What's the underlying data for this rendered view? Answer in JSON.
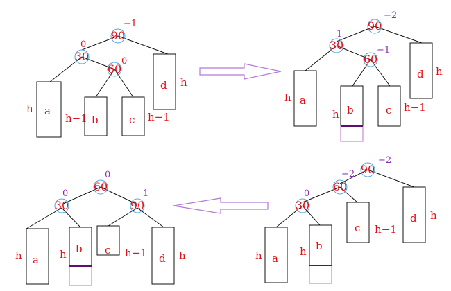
{
  "colors": {
    "label": "#e0101a",
    "node_circle": "#4aa3df",
    "bf_red": "#e0101a",
    "bf_purple": "#8a2ab5",
    "arrow": "#b27ad6",
    "added_box": "#c070d0",
    "added_line": "#5a1070"
  },
  "d1": {
    "n90": "90",
    "n30": "30",
    "n60": "60",
    "bf90": "−1",
    "bf30": "0",
    "bf60": "0",
    "a": "a",
    "b": "b",
    "c": "c",
    "d": "d",
    "ha": "h",
    "hb": "h−1",
    "hc": "h−1",
    "hd": "h"
  },
  "d2": {
    "n90": "90",
    "n30": "30",
    "n60": "60",
    "bf90": "−2",
    "bf30": "1",
    "bf60": "−1",
    "a": "a",
    "b": "b",
    "c": "c",
    "d": "d",
    "ha": "h",
    "hb": "h",
    "hc": "h−1",
    "hd": "h"
  },
  "d3": {
    "n90": "90",
    "n60": "60",
    "n30": "30",
    "bf90": "−2",
    "bf60": "−2",
    "bf30": "0",
    "a": "a",
    "b": "b",
    "c": "c",
    "d": "d",
    "ha": "h",
    "hb": "h",
    "hc": "h−1",
    "hd": "h"
  },
  "d4": {
    "n60": "60",
    "n30": "30",
    "n90": "90",
    "bf60": "0",
    "bf30": "0",
    "bf90": "1",
    "a": "a",
    "b": "b",
    "c": "c",
    "d": "d",
    "ha": "h",
    "hb": "h",
    "hc": "h−1",
    "hd": "h"
  }
}
